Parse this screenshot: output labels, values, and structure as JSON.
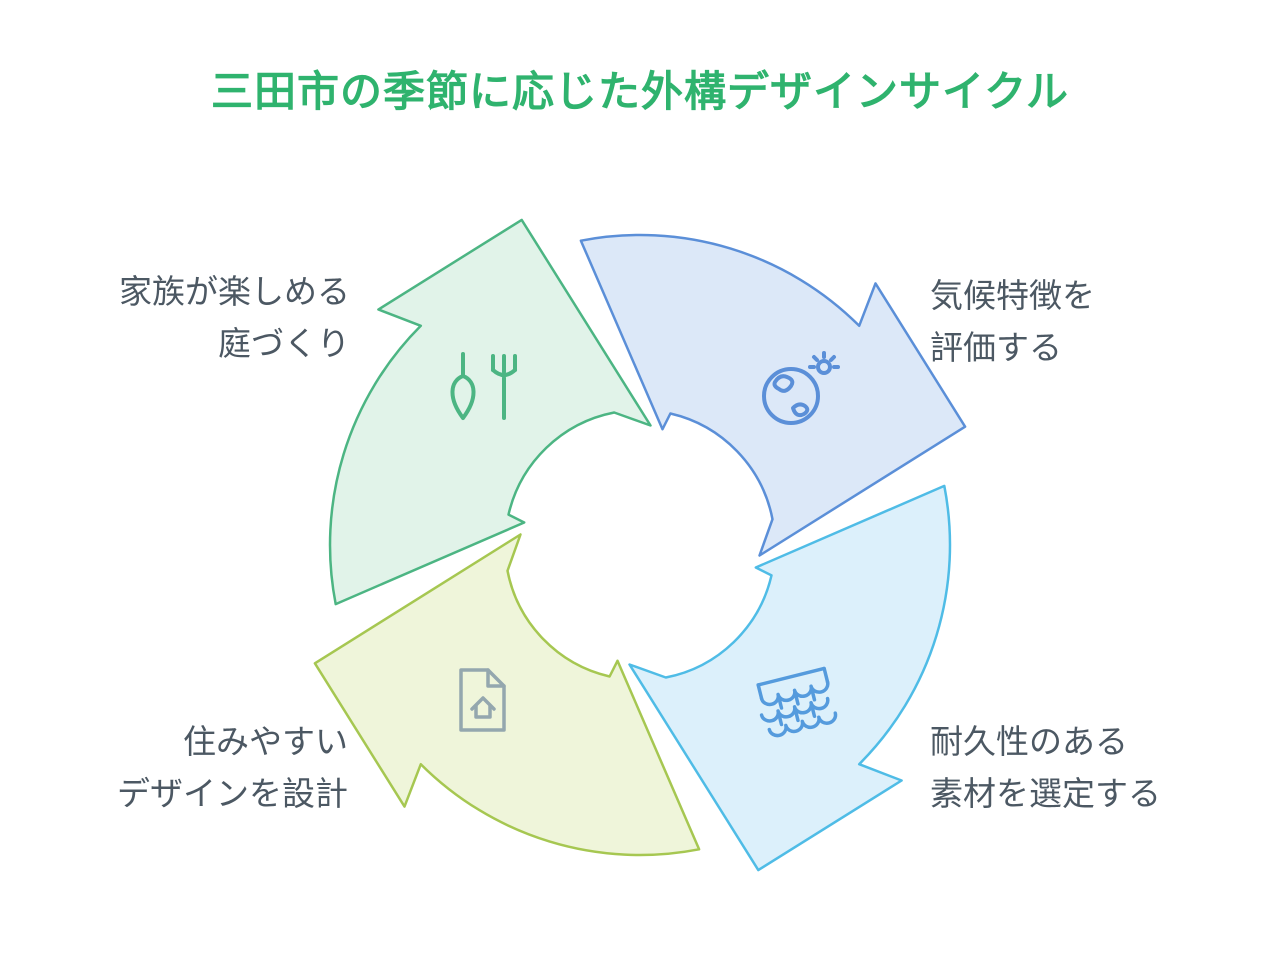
{
  "title": "三田市の季節に応じた外構デザインサイクル",
  "colors": {
    "background": "#ffffff",
    "title_green": "#2fb36e",
    "label_text": "#4c5863"
  },
  "steps": [
    {
      "name": "climate-evaluation",
      "label_lines": [
        "気候特徴を",
        "評価する"
      ],
      "icon": "earth-sun-icon",
      "fill": "#dce8f8",
      "stroke": "#5b8fd8",
      "icon_color": "#5b8fd8"
    },
    {
      "name": "material-selection",
      "label_lines": [
        "耐久性のある",
        "素材を選定する"
      ],
      "icon": "roof-tiles-icon",
      "fill": "#dcf0fb",
      "stroke": "#4fbce6",
      "icon_color": "#559bdd"
    },
    {
      "name": "livable-design",
      "label_lines": [
        "住みやすい",
        "デザインを設計"
      ],
      "icon": "house-document-icon",
      "fill": "#eff5da",
      "stroke": "#a6c751",
      "icon_color": "#94a7ae"
    },
    {
      "name": "family-garden",
      "label_lines": [
        "家族が楽しめる",
        "庭づくり"
      ],
      "icon": "garden-tools-icon",
      "fill": "#e1f3e9",
      "stroke": "#4cb583",
      "icon_color": "#4cb583"
    }
  ]
}
